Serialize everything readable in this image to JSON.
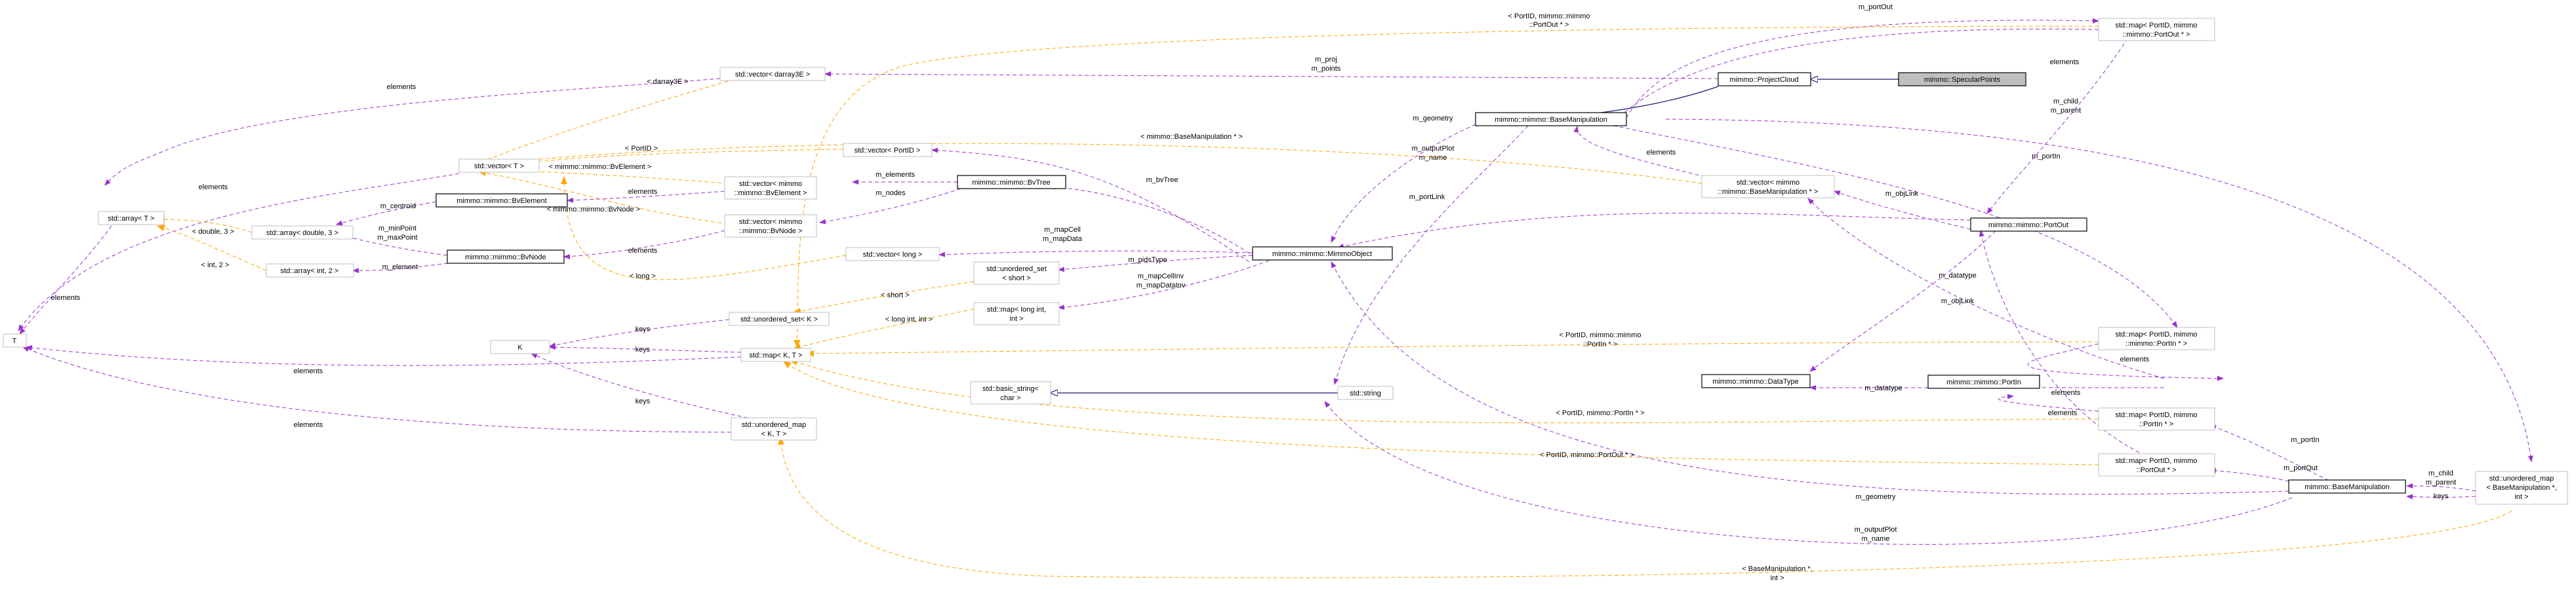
{
  "nodes": {
    "specular_points": "mimmo::SpecularPoints",
    "project_cloud": "mimmo::ProjectCloud",
    "base_manipulation_ns": "mimmo::mimmo::BaseManipulation",
    "map_portid_portout_ns": [
      "std::map< PortID, mimmo",
      "::mimmo::PortOut * >"
    ],
    "vector_darray3e": "std::vector< darray3E >",
    "vector_t": "std::vector< T >",
    "vector_portid": "std::vector< PortID >",
    "vector_base_manip_ns": [
      "std::vector< mimmo",
      "::mimmo::BaseManipulation * >"
    ],
    "bvelement": "mimmo::mimmo::BvElement",
    "vector_bvelement": [
      "std::vector< mimmo",
      "::mimmo::BvElement >"
    ],
    "bvtree": "mimmo::mimmo::BvTree",
    "array_double3": "std::array< double, 3 >",
    "array_t": "std::array< T >",
    "array_int2": "std::array< int, 2 >",
    "bvnode": "mimmo::mimmo::BvNode",
    "vector_bvnode": [
      "std::vector< mimmo",
      "::mimmo::BvNode >"
    ],
    "vector_long": "std::vector< long >",
    "mimmo_object": "mimmo::mimmo::MimmoObject",
    "portout_ns": "mimmo::mimmo::PortOut",
    "unordered_set_short": [
      "std::unordered_set",
      "< short >"
    ],
    "map_long_int": [
      "std::map< long int,",
      "int >"
    ],
    "t": "T",
    "k": "K",
    "unordered_set_k": "std::unordered_set< K >",
    "map_k_t": "std::map< K, T >",
    "string": "std::string",
    "basic_string": [
      "std::basic_string<",
      "char >"
    ],
    "datatype": "mimmo::mimmo::DataType",
    "portin_ns": "mimmo::mimmo::PortIn",
    "map_portid_portin_ns": [
      "std::map< PortID, mimmo",
      "::mimmo::PortIn * >"
    ],
    "map_portid_portin": [
      "std::map< PortID, mimmo",
      "::PortIn * >"
    ],
    "map_portid_portout": [
      "std::map< PortID, mimmo",
      "::PortOut * >"
    ],
    "unordered_map_kt": [
      "std::unordered_map",
      "< K, T >"
    ],
    "base_manipulation": "mimmo::BaseManipulation",
    "unordered_map_bm": [
      "std::unordered_map",
      "< BaseManipulation *,",
      "int >"
    ]
  },
  "edge_labels": {
    "m_portout_top": "m_portOut",
    "portid_portout_top": [
      "< PortID, mimmo::mimmo",
      "::PortOut * >"
    ],
    "elements_darray": "elements",
    "darray3e": "< darray3E >",
    "m_proj_m_points": [
      "m_proj",
      "m_points"
    ],
    "elements_map_portout": "elements",
    "m_geometry_top": "m_geometry",
    "m_child_m_parent_top": [
      "m_child",
      "m_parent"
    ],
    "elements_vector_t": "elements",
    "portid": "< PortID >",
    "bm_ptr": "< mimmo::BaseManipulation * >",
    "bvelement_arrow": "< mimmo::mimmo::BvElement >",
    "m_output_plot_top": [
      "m_outputPlot",
      "m_name"
    ],
    "elements_vector_bm": "elements",
    "m_portin_top": "m_portIn",
    "m_elements": "m_elements",
    "m_centroid": "m_centroid",
    "elements_bvelement": "elements",
    "m_nodes": "m_nodes",
    "bvnode_arrow": "< mimmo::mimmo::BvNode >",
    "m_bv_tree": "m_bvTree",
    "m_port_link": "m_portLink",
    "m_obj_link_top": "m_objLink",
    "double3": "< double, 3 >",
    "m_min_max_point": [
      "m_minPoint",
      "m_maxPoint"
    ],
    "elements_bvnode": "elements",
    "m_map_cell": [
      "m_mapCell",
      "m_mapData"
    ],
    "int2": "< int, 2 >",
    "m_element": "m_element",
    "long_arrow": "< long >",
    "m_pids_type": "m_pidsType",
    "m_map_cell_inv": [
      "m_mapCellInv",
      "m_mapDataInv"
    ],
    "short_arrow": "< short >",
    "m_datatype_top": "m_datatype",
    "m_obj_link_mid": "m_objLink",
    "elements_array_t": "elements",
    "long_int": "< long int, int >",
    "keys_uset": "keys",
    "portid_portin_ns": [
      "< PortID, mimmo::mimmo",
      "::PortIn * >"
    ],
    "keys_map": "keys",
    "elements_map_kt": "elements",
    "elements_portin_ns": "elements",
    "m_datatype_mid": "m_datatype",
    "keys_umap": "keys",
    "elements_portin": "elements",
    "elements_umap": "elements",
    "portid_portin": "< PortID, mimmo::PortIn * >",
    "m_portin_bottom": "m_portIn",
    "elements_portout": "elements",
    "portid_portout": "< PortID, mimmo::PortOut * >",
    "m_portout_bottom": "m_portOut",
    "m_child_m_parent_bottom": [
      "m_child",
      "m_parent"
    ],
    "keys_bm": "keys",
    "m_geometry_bottom": "m_geometry",
    "m_output_plot_bottom": [
      "m_outputPlot",
      "m_name"
    ],
    "bm_int": [
      "< BaseManipulation *,",
      "int >"
    ]
  }
}
